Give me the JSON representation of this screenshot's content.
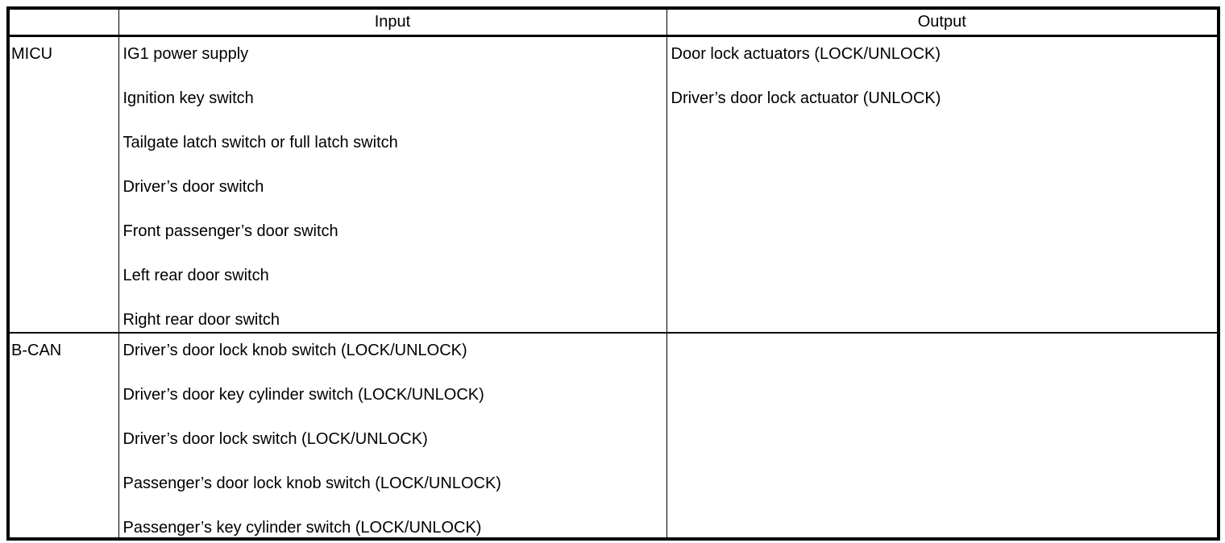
{
  "table": {
    "header": {
      "source_label": "",
      "input_label": "Input",
      "output_label": "Output"
    },
    "rows": [
      {
        "source": "MICU",
        "inputs": [
          "IG1 power supply",
          "Ignition key switch",
          "Tailgate latch switch or full latch switch",
          "Driver’s door switch",
          "Front passenger’s door switch",
          "Left rear door switch",
          "Right rear door switch"
        ],
        "outputs": [
          "Door lock actuators (LOCK/UNLOCK)",
          "Driver’s door lock actuator (UNLOCK)"
        ]
      },
      {
        "source": "B-CAN",
        "inputs": [
          "Driver’s door lock knob switch (LOCK/UNLOCK)",
          "Driver’s door key cylinder switch (LOCK/UNLOCK)",
          "Driver’s door lock switch (LOCK/UNLOCK)",
          "Passenger’s door lock knob switch (LOCK/UNLOCK)",
          "Passenger’s key cylinder switch (LOCK/UNLOCK)"
        ],
        "outputs": []
      }
    ]
  }
}
